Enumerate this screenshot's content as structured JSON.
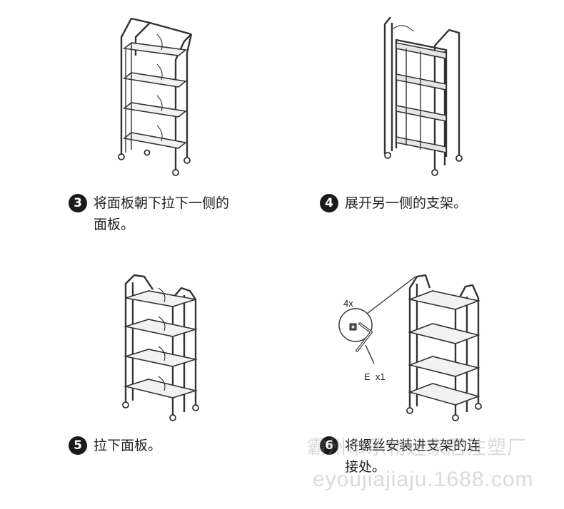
{
  "steps": [
    {
      "number": "3",
      "text": "将面板朝下拉下一侧的\n面板。"
    },
    {
      "number": "4",
      "text": "展开另一侧的支架。"
    },
    {
      "number": "5",
      "text": "拉下面板。"
    },
    {
      "number": "6",
      "text": "将螺丝安装进支架的连\n接处。"
    }
  ],
  "callout": {
    "quantity": "4x",
    "tool": "E  x1"
  },
  "watermark": {
    "line1": "霸州市乐物迷家居注塑厂",
    "line2": "eyoujiajiaju.1688.com"
  }
}
